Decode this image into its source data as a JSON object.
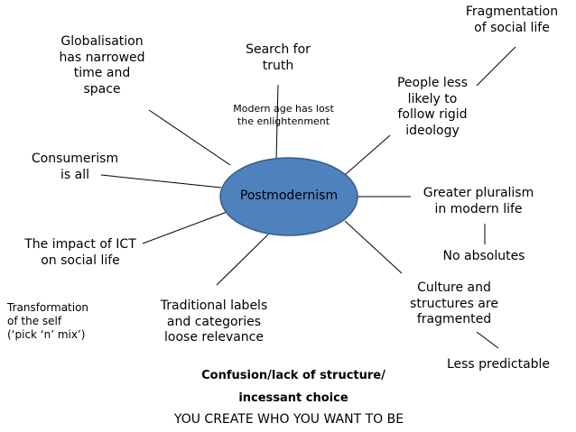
{
  "center": {
    "label": "Postmodernism",
    "fill": "#4f81bd",
    "stroke": "#385d8a"
  },
  "nodes": {
    "globalisation": "Globalisation\nhas narrowed\ntime and\nspace",
    "search_truth": "Search for\ntruth",
    "modern_age": "Modern age has lost\nthe enlightenment",
    "fragmentation": "Fragmentation\nof social life",
    "people_less": "People less\nlikely to\nfollow rigid\nideology",
    "consumerism": "Consumerism\nis all",
    "greater_pluralism": "Greater pluralism\nin modern life",
    "no_absolutes": "No absolutes",
    "impact_ict": "The impact of ICT\non social life",
    "culture": "Culture and\nstructures are\nfragmented",
    "transformation": "Transformation\nof the self\n(‘pick ‘n’ mix’)",
    "traditional": "Traditional labels\nand categories\nloose relevance",
    "less_predictable": "Less predictable"
  },
  "footer": {
    "line1": "Confusion/lack of structure/",
    "line2": "incessant choice",
    "line3": "YOU CREATE WHO YOU WANT TO BE"
  }
}
